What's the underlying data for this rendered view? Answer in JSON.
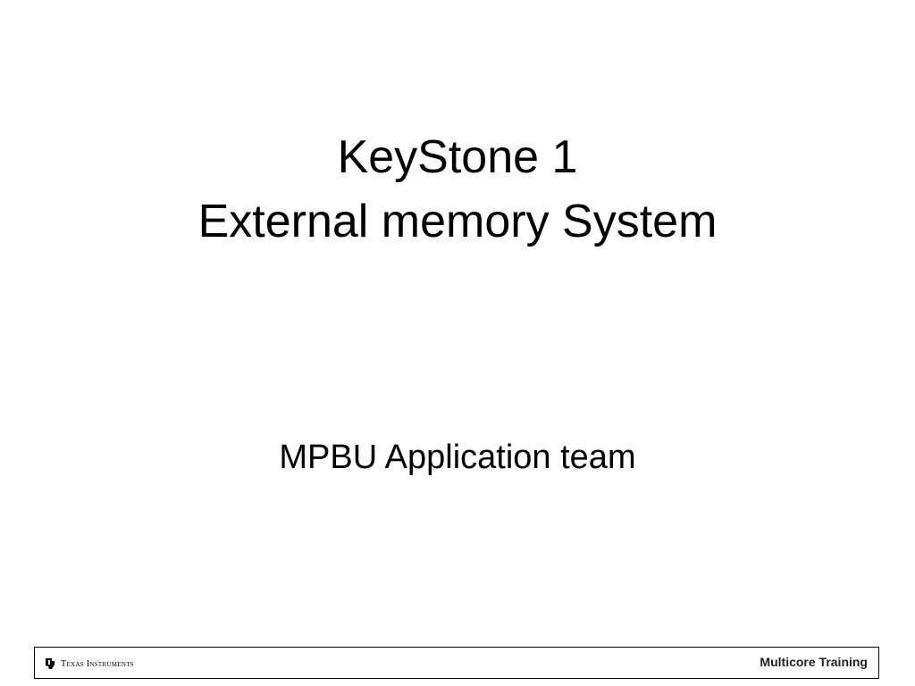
{
  "slide": {
    "title_line1": "KeyStone 1",
    "title_line2": "External memory System",
    "subtitle": "MPBU Application team"
  },
  "footer": {
    "logo_text": "Texas Instruments",
    "logo_icon": "texas-instruments-logo",
    "right_text": "Multicore Training"
  },
  "colors": {
    "background": "#ffffff",
    "text": "#000000",
    "footer_border": "#000000"
  }
}
